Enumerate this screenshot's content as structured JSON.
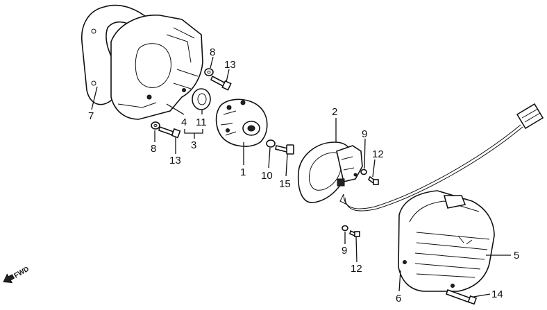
{
  "diagram": {
    "fwd_label": "FWD",
    "callouts": [
      {
        "id": "c7",
        "text": "7"
      },
      {
        "id": "c8a",
        "text": "8"
      },
      {
        "id": "c13a",
        "text": "13"
      },
      {
        "id": "c4",
        "text": "4"
      },
      {
        "id": "c11",
        "text": "11"
      },
      {
        "id": "c3",
        "text": "3"
      },
      {
        "id": "c8b",
        "text": "8"
      },
      {
        "id": "c13b",
        "text": "13"
      },
      {
        "id": "c1",
        "text": "1"
      },
      {
        "id": "c10",
        "text": "10"
      },
      {
        "id": "c15",
        "text": "15"
      },
      {
        "id": "c2",
        "text": "2"
      },
      {
        "id": "c9a",
        "text": "9"
      },
      {
        "id": "c12a",
        "text": "12"
      },
      {
        "id": "c9b",
        "text": "9"
      },
      {
        "id": "c12b",
        "text": "12"
      },
      {
        "id": "c5",
        "text": "5"
      },
      {
        "id": "c6",
        "text": "6"
      },
      {
        "id": "c14",
        "text": "14"
      }
    ]
  }
}
